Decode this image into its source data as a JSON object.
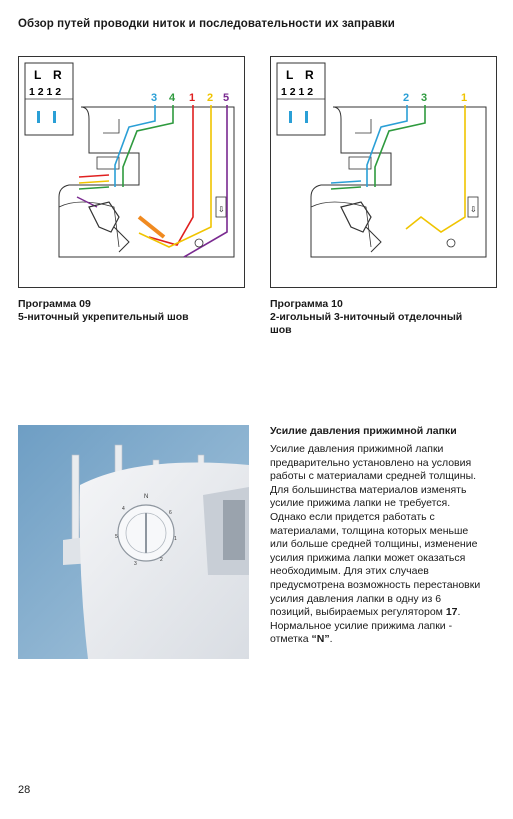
{
  "page_title": "Обзор путей проводки ниток и последовательности их заправки",
  "diagram_left": {
    "lr_header": [
      "L",
      "R"
    ],
    "lr_digits": "1 2 1 2",
    "thread_numbers": [
      "3",
      "4",
      "1",
      "2",
      "5"
    ],
    "thread_colors": {
      "3": "#2a9fd6",
      "4": "#2e9a3e",
      "1": "#e02020",
      "2": "#f0c400",
      "5": "#7a2a90"
    }
  },
  "diagram_right": {
    "lr_header": [
      "L",
      "R"
    ],
    "lr_digits": "1 2 1 2",
    "thread_numbers": [
      "2",
      "3",
      "1"
    ],
    "thread_colors": {
      "2": "#2a9fd6",
      "3": "#2e9a3e",
      "1": "#f0c400"
    }
  },
  "caption_left": {
    "line1": "Программа 09",
    "line2": "5-ниточный укрепительный шов"
  },
  "caption_right": {
    "line1": "Программа 10",
    "line2": "2-игольный 3-ниточный отделочный",
    "line3": "шов"
  },
  "photo": {
    "dial_labels": [
      "N",
      "4",
      "5",
      "6",
      "1",
      "2",
      "3"
    ]
  },
  "section": {
    "title": "Усилие давления прижимной лапки",
    "lines": [
      "Усилие давления прижимной лапки",
      "предварительно установлено на условия",
      "работы с материалами средней толщины.",
      "Для большинства материалов изменять",
      "усилие прижима лапки не требуется.",
      "Однако если придется работать с",
      "материалами, толщина которых меньше",
      "или больше средней толщины, изменение",
      "усилия прижима лапки может оказаться",
      "необходимым. Для этих случаев",
      "предусмотрена возможность перестановки",
      "усилия давления лапки в одну из 6",
      "позиций, выбираемых регулятором"
    ],
    "regulator_number": "17",
    "line_after": "Нормальное усилие прижима лапки -",
    "mark_prefix": "отметка",
    "mark_value": "“N”",
    "mark_suffix": "."
  },
  "page_number": "28"
}
